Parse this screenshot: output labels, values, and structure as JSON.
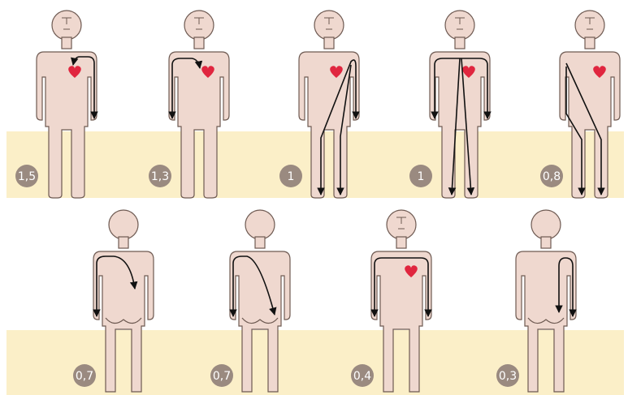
{
  "colors": {
    "background": "#ffffff",
    "floor_band": "#fbefc8",
    "figure_fill": "#efd8cf",
    "figure_stroke": "#6e5a52",
    "heart": "#e0263f",
    "arrow": "#111111",
    "badge_fill": "#9a8a80",
    "badge_text": "#ffffff"
  },
  "icons": {
    "heart": "heart-icon",
    "person_front": "person-front-icon",
    "person_back": "person-back-icon",
    "current_path": "current-path-arrow"
  },
  "figures": [
    {
      "id": "fig1",
      "badge": "1,5",
      "view": "front",
      "heart": true
    },
    {
      "id": "fig2",
      "badge": "1,3",
      "view": "front",
      "heart": true
    },
    {
      "id": "fig3",
      "badge": "1",
      "view": "front",
      "heart": true
    },
    {
      "id": "fig4",
      "badge": "1",
      "view": "front",
      "heart": true
    },
    {
      "id": "fig5",
      "badge": "0,8",
      "view": "front",
      "heart": true
    },
    {
      "id": "fig6",
      "badge": "0,7",
      "view": "back",
      "heart": false
    },
    {
      "id": "fig7",
      "badge": "0,7",
      "view": "back",
      "heart": false
    },
    {
      "id": "fig8",
      "badge": "0,4",
      "view": "front",
      "heart": true
    },
    {
      "id": "fig9",
      "badge": "0,3",
      "view": "back",
      "heart": false
    }
  ]
}
